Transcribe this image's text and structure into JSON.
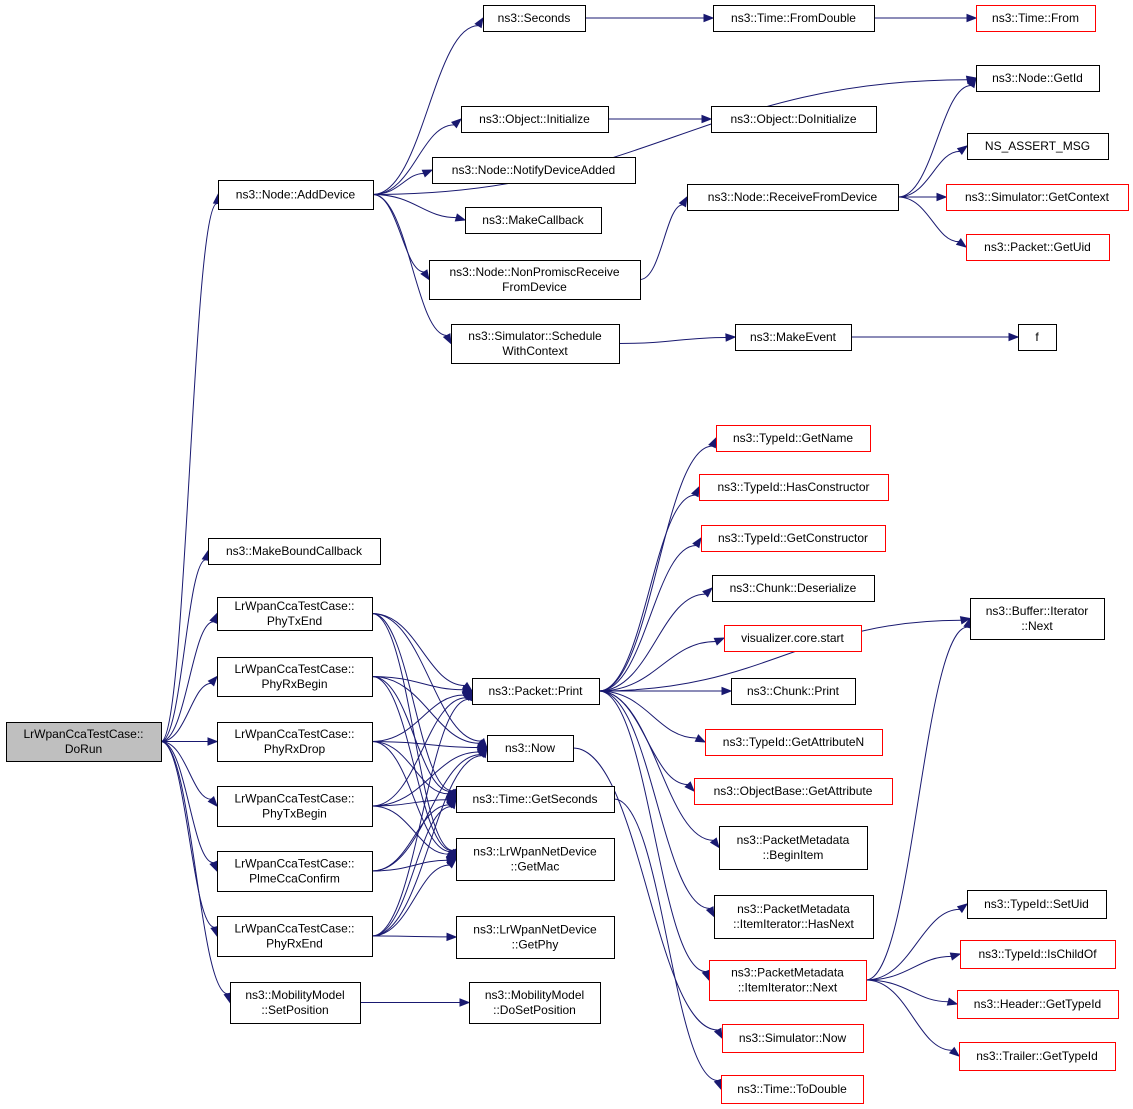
{
  "nodes": {
    "root": {
      "lines": [
        "LrWpanCcaTestCase::",
        "DoRun"
      ],
      "root": true
    },
    "addDevice": {
      "lines": [
        "ns3::Node::AddDevice"
      ]
    },
    "seconds": {
      "lines": [
        "ns3::Seconds"
      ]
    },
    "fromDouble": {
      "lines": [
        "ns3::Time::FromDouble"
      ]
    },
    "timeFrom": {
      "lines": [
        "ns3::Time::From"
      ],
      "red": true
    },
    "getId": {
      "lines": [
        "ns3::Node::GetId"
      ]
    },
    "objInit": {
      "lines": [
        "ns3::Object::Initialize"
      ]
    },
    "objDoInit": {
      "lines": [
        "ns3::Object::DoInitialize"
      ]
    },
    "notifyDev": {
      "lines": [
        "ns3::Node::NotifyDeviceAdded"
      ]
    },
    "assertMsg": {
      "lines": [
        "NS_ASSERT_MSG"
      ]
    },
    "recvFromDev": {
      "lines": [
        "ns3::Node::ReceiveFromDevice"
      ]
    },
    "simGetCtx": {
      "lines": [
        "ns3::Simulator::GetContext"
      ],
      "red": true
    },
    "makeCb": {
      "lines": [
        "ns3::MakeCallback"
      ]
    },
    "pktGetUid": {
      "lines": [
        "ns3::Packet::GetUid"
      ],
      "red": true
    },
    "nonPromisc": {
      "lines": [
        "ns3::Node::NonPromiscReceive",
        "FromDevice"
      ]
    },
    "schedCtx": {
      "lines": [
        "ns3::Simulator::Schedule",
        "WithContext"
      ]
    },
    "makeEvent": {
      "lines": [
        "ns3::MakeEvent"
      ]
    },
    "f": {
      "lines": [
        "f"
      ]
    },
    "tidGetName": {
      "lines": [
        "ns3::TypeId::GetName"
      ],
      "red": true
    },
    "tidHasCtor": {
      "lines": [
        "ns3::TypeId::HasConstructor"
      ],
      "red": true
    },
    "tidGetCtor": {
      "lines": [
        "ns3::TypeId::GetConstructor"
      ],
      "red": true
    },
    "chunkDeser": {
      "lines": [
        "ns3::Chunk::Deserialize"
      ]
    },
    "bufIterNext": {
      "lines": [
        "ns3::Buffer::Iterator",
        "::Next"
      ]
    },
    "makeBoundCb": {
      "lines": [
        "ns3::MakeBoundCallback"
      ]
    },
    "phyTxEnd": {
      "lines": [
        "LrWpanCcaTestCase::",
        "PhyTxEnd"
      ]
    },
    "vizStart": {
      "lines": [
        "visualizer.core.start"
      ],
      "red": true
    },
    "phyRxBegin": {
      "lines": [
        "LrWpanCcaTestCase::",
        "PhyRxBegin"
      ]
    },
    "pktPrint": {
      "lines": [
        "ns3::Packet::Print"
      ]
    },
    "chunkPrint": {
      "lines": [
        "ns3::Chunk::Print"
      ]
    },
    "phyRxDrop": {
      "lines": [
        "LrWpanCcaTestCase::",
        "PhyRxDrop"
      ]
    },
    "now": {
      "lines": [
        "ns3::Now"
      ]
    },
    "tidGetAttrN": {
      "lines": [
        "ns3::TypeId::GetAttributeN"
      ],
      "red": true
    },
    "phyTxBegin": {
      "lines": [
        "LrWpanCcaTestCase::",
        "PhyTxBegin"
      ]
    },
    "getSeconds": {
      "lines": [
        "ns3::Time::GetSeconds"
      ]
    },
    "objBaseAttr": {
      "lines": [
        "ns3::ObjectBase::GetAttribute"
      ],
      "red": true
    },
    "plmeCca": {
      "lines": [
        "LrWpanCcaTestCase::",
        "PlmeCcaConfirm"
      ]
    },
    "getMac": {
      "lines": [
        "ns3::LrWpanNetDevice",
        "::GetMac"
      ]
    },
    "pmBeginItem": {
      "lines": [
        "ns3::PacketMetadata",
        "::BeginItem"
      ]
    },
    "phyRxEnd": {
      "lines": [
        "LrWpanCcaTestCase::",
        "PhyRxEnd"
      ]
    },
    "getPhy": {
      "lines": [
        "ns3::LrWpanNetDevice",
        "::GetPhy"
      ]
    },
    "pmHasNext": {
      "lines": [
        "ns3::PacketMetadata",
        "::ItemIterator::HasNext"
      ]
    },
    "tidSetUid": {
      "lines": [
        "ns3::TypeId::SetUid"
      ]
    },
    "tidIsChild": {
      "lines": [
        "ns3::TypeId::IsChildOf"
      ],
      "red": true
    },
    "pmNext": {
      "lines": [
        "ns3::PacketMetadata",
        "::ItemIterator::Next"
      ],
      "red": true
    },
    "hdrGetTid": {
      "lines": [
        "ns3::Header::GetTypeId"
      ],
      "red": true
    },
    "setPos": {
      "lines": [
        "ns3::MobilityModel",
        "::SetPosition"
      ]
    },
    "doSetPos": {
      "lines": [
        "ns3::MobilityModel",
        "::DoSetPosition"
      ]
    },
    "simNow": {
      "lines": [
        "ns3::Simulator::Now"
      ],
      "red": true
    },
    "trlGetTid": {
      "lines": [
        "ns3::Trailer::GetTypeId"
      ],
      "red": true
    },
    "toDouble": {
      "lines": [
        "ns3::Time::ToDouble"
      ],
      "red": true
    }
  },
  "edges": [
    [
      "root",
      "addDevice"
    ],
    [
      "root",
      "makeBoundCb"
    ],
    [
      "root",
      "phyTxEnd"
    ],
    [
      "root",
      "phyRxBegin"
    ],
    [
      "root",
      "phyRxDrop"
    ],
    [
      "root",
      "phyTxBegin"
    ],
    [
      "root",
      "plmeCca"
    ],
    [
      "root",
      "phyRxEnd"
    ],
    [
      "root",
      "setPos"
    ],
    [
      "addDevice",
      "seconds"
    ],
    [
      "addDevice",
      "getId"
    ],
    [
      "addDevice",
      "objInit"
    ],
    [
      "addDevice",
      "notifyDev"
    ],
    [
      "addDevice",
      "makeCb"
    ],
    [
      "addDevice",
      "nonPromisc"
    ],
    [
      "addDevice",
      "schedCtx"
    ],
    [
      "seconds",
      "fromDouble"
    ],
    [
      "fromDouble",
      "timeFrom"
    ],
    [
      "objInit",
      "objDoInit"
    ],
    [
      "nonPromisc",
      "recvFromDev"
    ],
    [
      "recvFromDev",
      "getId"
    ],
    [
      "recvFromDev",
      "assertMsg"
    ],
    [
      "recvFromDev",
      "simGetCtx"
    ],
    [
      "recvFromDev",
      "pktGetUid"
    ],
    [
      "schedCtx",
      "makeEvent"
    ],
    [
      "makeEvent",
      "f"
    ],
    [
      "pktPrint",
      "tidGetName"
    ],
    [
      "pktPrint",
      "tidHasCtor"
    ],
    [
      "pktPrint",
      "tidGetCtor"
    ],
    [
      "pktPrint",
      "chunkDeser"
    ],
    [
      "pktPrint",
      "bufIterNext"
    ],
    [
      "pktPrint",
      "vizStart"
    ],
    [
      "pktPrint",
      "chunkPrint"
    ],
    [
      "pktPrint",
      "tidGetAttrN"
    ],
    [
      "pktPrint",
      "objBaseAttr"
    ],
    [
      "pktPrint",
      "pmBeginItem"
    ],
    [
      "pktPrint",
      "pmHasNext"
    ],
    [
      "pktPrint",
      "pmNext"
    ],
    [
      "phyTxEnd",
      "pktPrint"
    ],
    [
      "phyTxEnd",
      "now"
    ],
    [
      "phyTxEnd",
      "getSeconds"
    ],
    [
      "phyTxEnd",
      "getMac"
    ],
    [
      "phyRxBegin",
      "pktPrint"
    ],
    [
      "phyRxBegin",
      "now"
    ],
    [
      "phyRxBegin",
      "getSeconds"
    ],
    [
      "phyRxBegin",
      "getMac"
    ],
    [
      "phyRxDrop",
      "pktPrint"
    ],
    [
      "phyRxDrop",
      "now"
    ],
    [
      "phyRxDrop",
      "getSeconds"
    ],
    [
      "phyRxDrop",
      "getMac"
    ],
    [
      "phyTxBegin",
      "pktPrint"
    ],
    [
      "phyTxBegin",
      "now"
    ],
    [
      "phyTxBegin",
      "getSeconds"
    ],
    [
      "phyTxBegin",
      "getMac"
    ],
    [
      "plmeCca",
      "now"
    ],
    [
      "plmeCca",
      "getSeconds"
    ],
    [
      "plmeCca",
      "getMac"
    ],
    [
      "phyRxEnd",
      "pktPrint"
    ],
    [
      "phyRxEnd",
      "now"
    ],
    [
      "phyRxEnd",
      "getSeconds"
    ],
    [
      "phyRxEnd",
      "getMac"
    ],
    [
      "phyRxEnd",
      "getPhy"
    ],
    [
      "now",
      "simNow"
    ],
    [
      "getSeconds",
      "toDouble"
    ],
    [
      "pmNext",
      "tidSetUid"
    ],
    [
      "pmNext",
      "tidIsChild"
    ],
    [
      "pmNext",
      "hdrGetTid"
    ],
    [
      "pmNext",
      "trlGetTid"
    ],
    [
      "pmNext",
      "bufIterNext"
    ],
    [
      "setPos",
      "doSetPos"
    ]
  ],
  "colors": {
    "edge": "#191970",
    "red_border": "#ff0000",
    "root_fill": "#bfbfbf"
  }
}
